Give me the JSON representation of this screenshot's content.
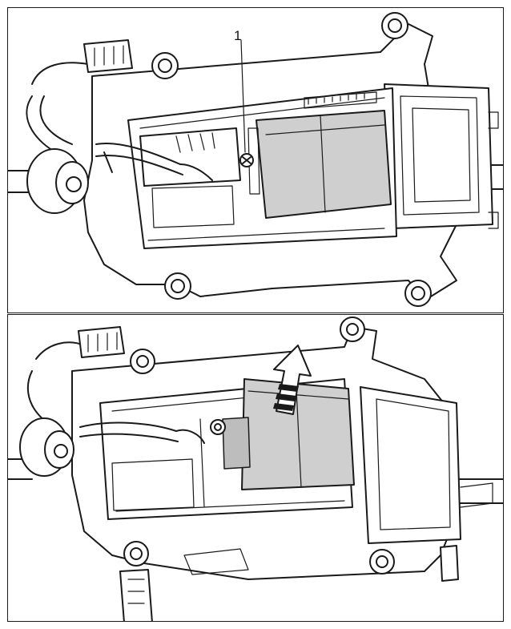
{
  "figure": {
    "panels": [
      "top",
      "bottom"
    ],
    "callouts": [
      {
        "label": "1",
        "target": "screw"
      }
    ],
    "icons": [
      "module-unit",
      "removal-arrow",
      "screw",
      "wiring-connector",
      "steering-column"
    ],
    "colors": {
      "line": "#1a1a1a",
      "module_fill": "#cfcfcf",
      "background": "#ffffff"
    }
  }
}
